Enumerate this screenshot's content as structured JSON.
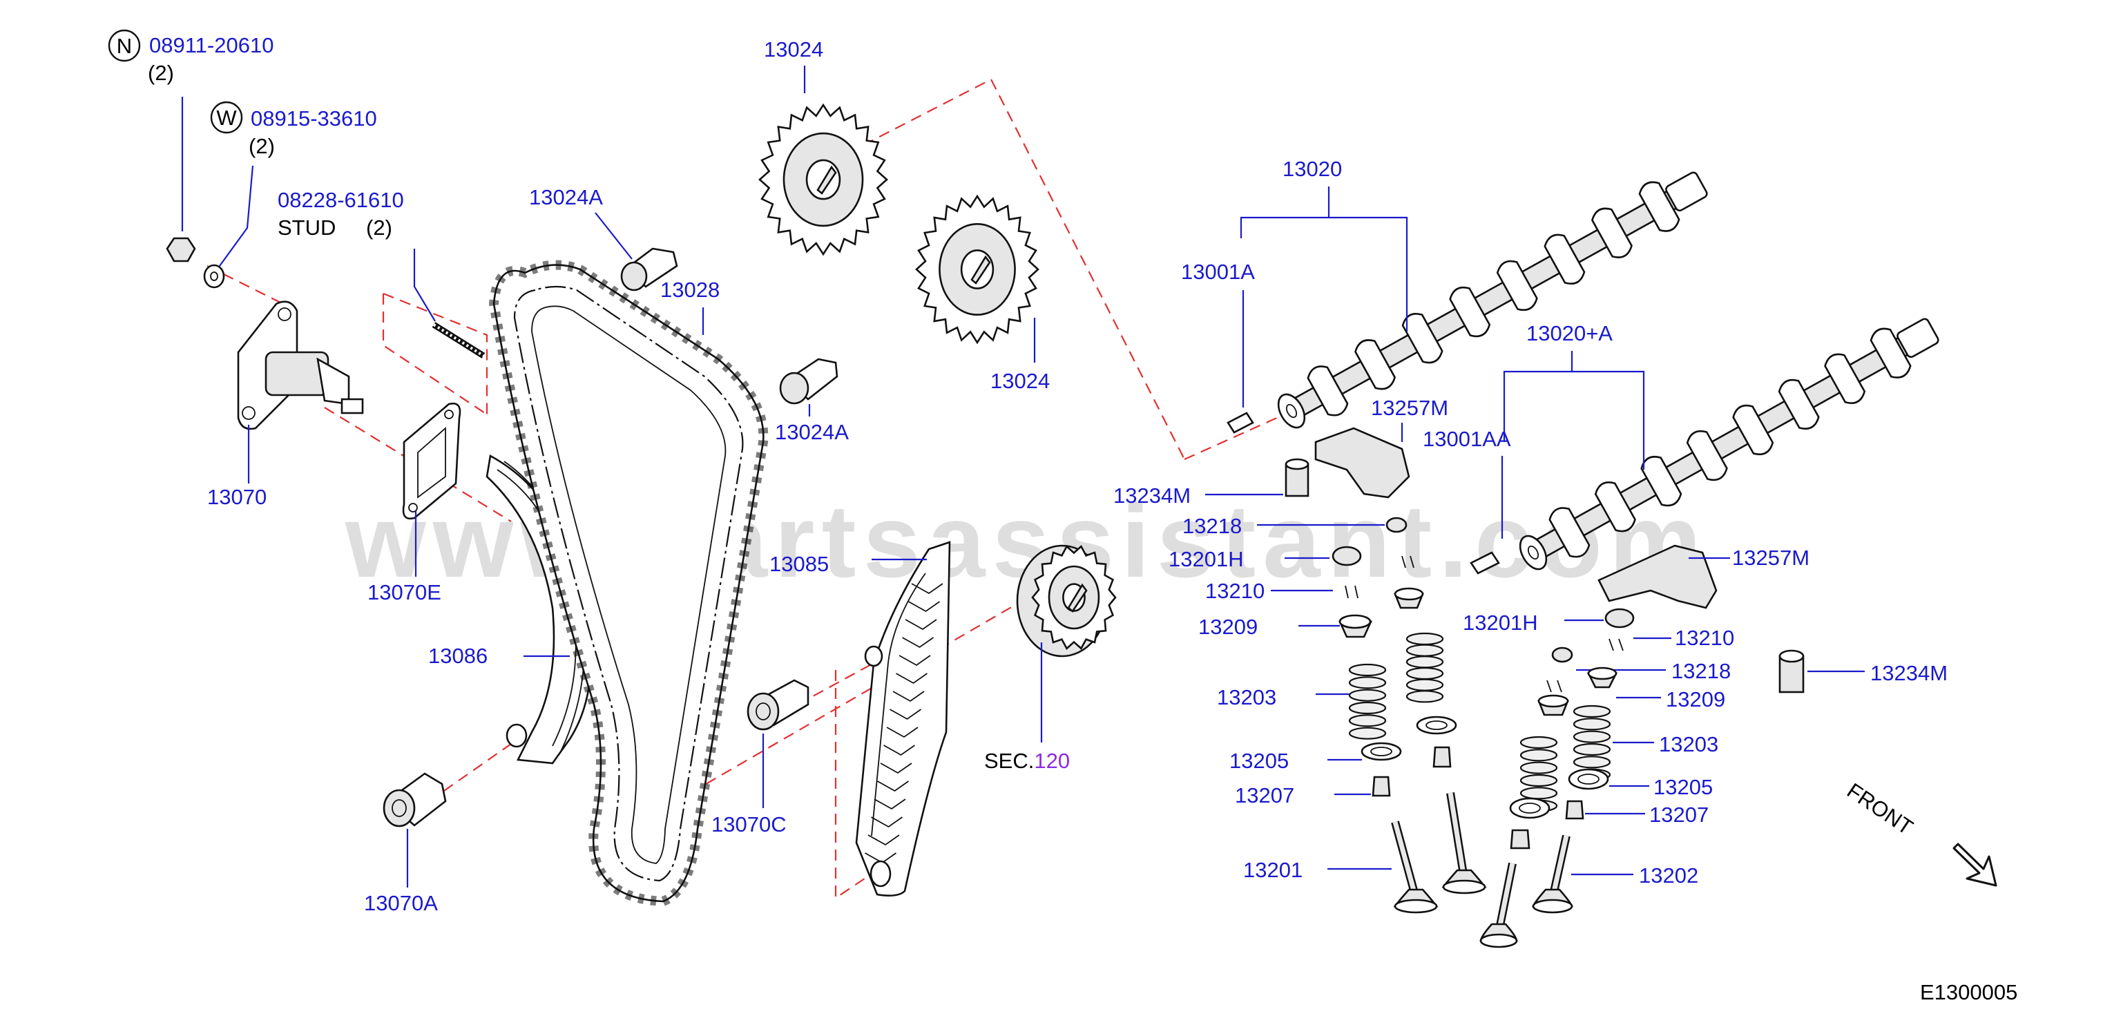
{
  "watermark": "www.partsassistant.com",
  "diagram_code": "E1300005",
  "front_label": "FRONT",
  "fasteners": {
    "nut": {
      "badge": "N",
      "part": "08911-20610",
      "qty": "(2)"
    },
    "washer": {
      "badge": "W",
      "part": "08915-33610",
      "qty": "(2)"
    },
    "stud": {
      "part": "08228-61610",
      "name": "STUD",
      "qty": "(2)"
    }
  },
  "sec": {
    "prefix": "SEC.",
    "number": "120"
  },
  "labels": {
    "l13024_top": "13024",
    "l13024_mid": "13024",
    "l13024a_top": "13024A",
    "l13024a_mid": "13024A",
    "l13028": "13028",
    "l13070": "13070",
    "l13070e": "13070E",
    "l13086": "13086",
    "l13070a": "13070A",
    "l13070c": "13070C",
    "l13085": "13085",
    "l13020": "13020",
    "l13001a": "13001A",
    "l13020a": "13020+A",
    "l13257m_top": "13257M",
    "l13001aa": "13001AA",
    "l13234m_left": "13234M",
    "l13218_left": "13218",
    "l13201h_left": "13201H",
    "l13210_left": "13210",
    "l13209_left": "13209",
    "l13203_left": "13203",
    "l13205_left": "13205",
    "l13207_left": "13207",
    "l13201": "13201",
    "l13257m_right": "13257M",
    "l13201h_right": "13201H",
    "l13210_right": "13210",
    "l13218_right": "13218",
    "l13209_right": "13209",
    "l13234m_right": "13234M",
    "l13203_right": "13203",
    "l13205_right": "13205",
    "l13207_right": "13207",
    "l13202": "13202"
  }
}
